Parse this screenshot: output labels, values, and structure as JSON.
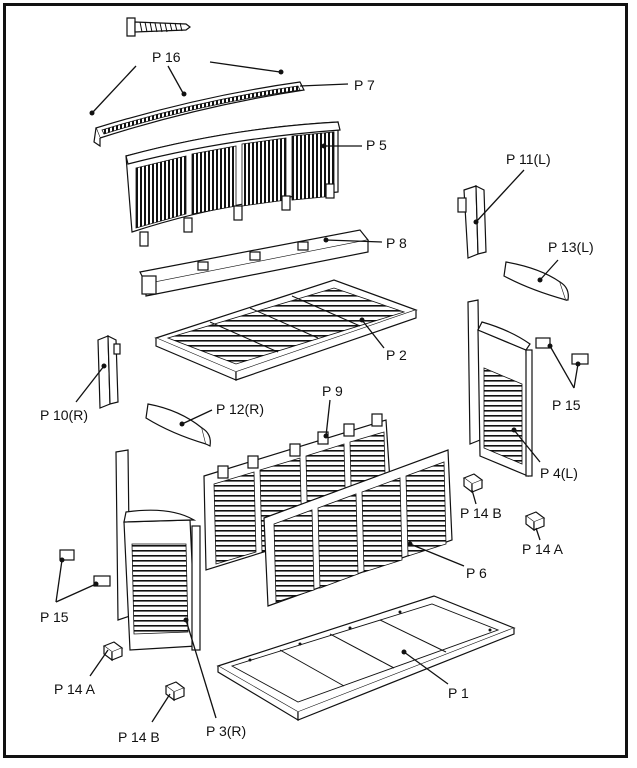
{
  "diagram": {
    "labels": {
      "p1": "P 1",
      "p2": "P 2",
      "p3": "P 3(R)",
      "p4": "P 4(L)",
      "p5": "P 5",
      "p6": "P 6",
      "p7": "P 7",
      "p8": "P 8",
      "p9": "P 9",
      "p10": "P 10(R)",
      "p11": "P 11(L)",
      "p12": "P 12(R)",
      "p13": "P 13(L)",
      "p14a_left": "P 14 A",
      "p14b_left": "P 14 B",
      "p14a_right": "P 14 A",
      "p14b_right": "P 14 B",
      "p15_left": "P 15",
      "p15_right": "P 15",
      "p16": "P 16"
    },
    "colors": {
      "line": "#111111",
      "background": "#ffffff"
    }
  }
}
